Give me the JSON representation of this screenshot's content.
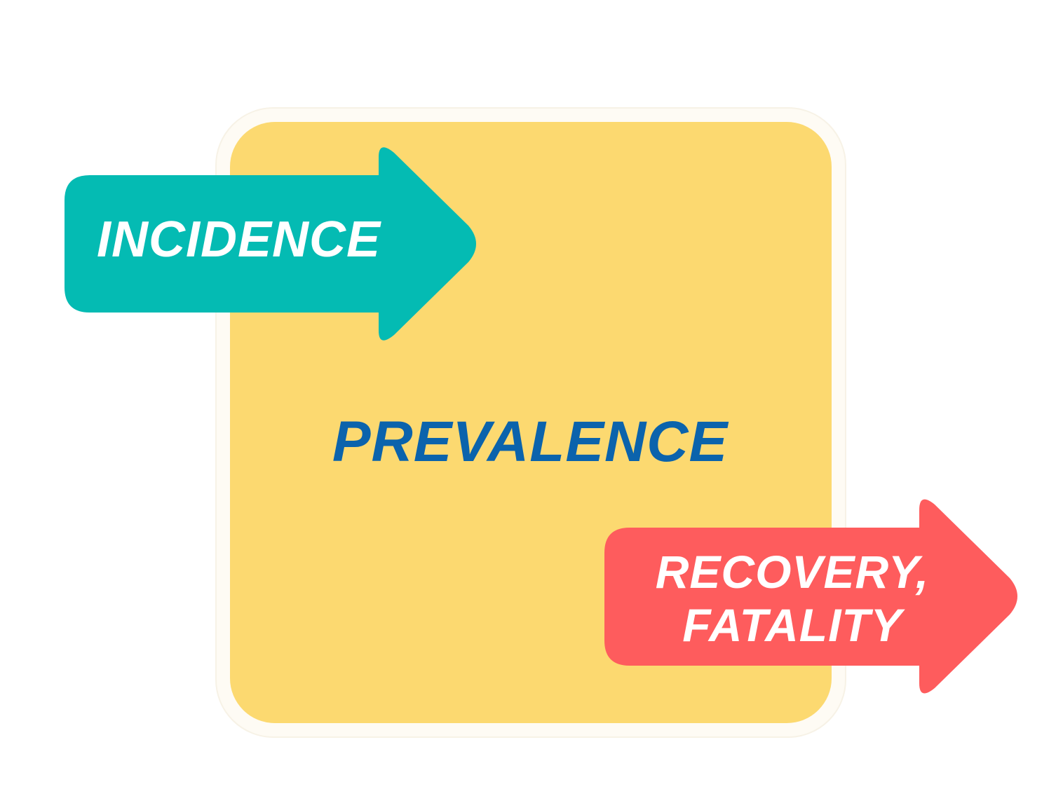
{
  "diagram": {
    "stock": {
      "label": "PREVALENCE",
      "fill": "#fcd970",
      "border": "#fefbf4",
      "text_color": "#0b63ac"
    },
    "inflow": {
      "label": "INCIDENCE",
      "fill": "#04bbb3",
      "text_color": "#ffffff",
      "icon": "arrow-right-icon"
    },
    "outflow": {
      "label_line1": "RECOVERY,",
      "label_line2": "FATALITY",
      "fill": "#fe5c5d",
      "text_color": "#ffffff",
      "icon": "arrow-right-icon"
    }
  }
}
